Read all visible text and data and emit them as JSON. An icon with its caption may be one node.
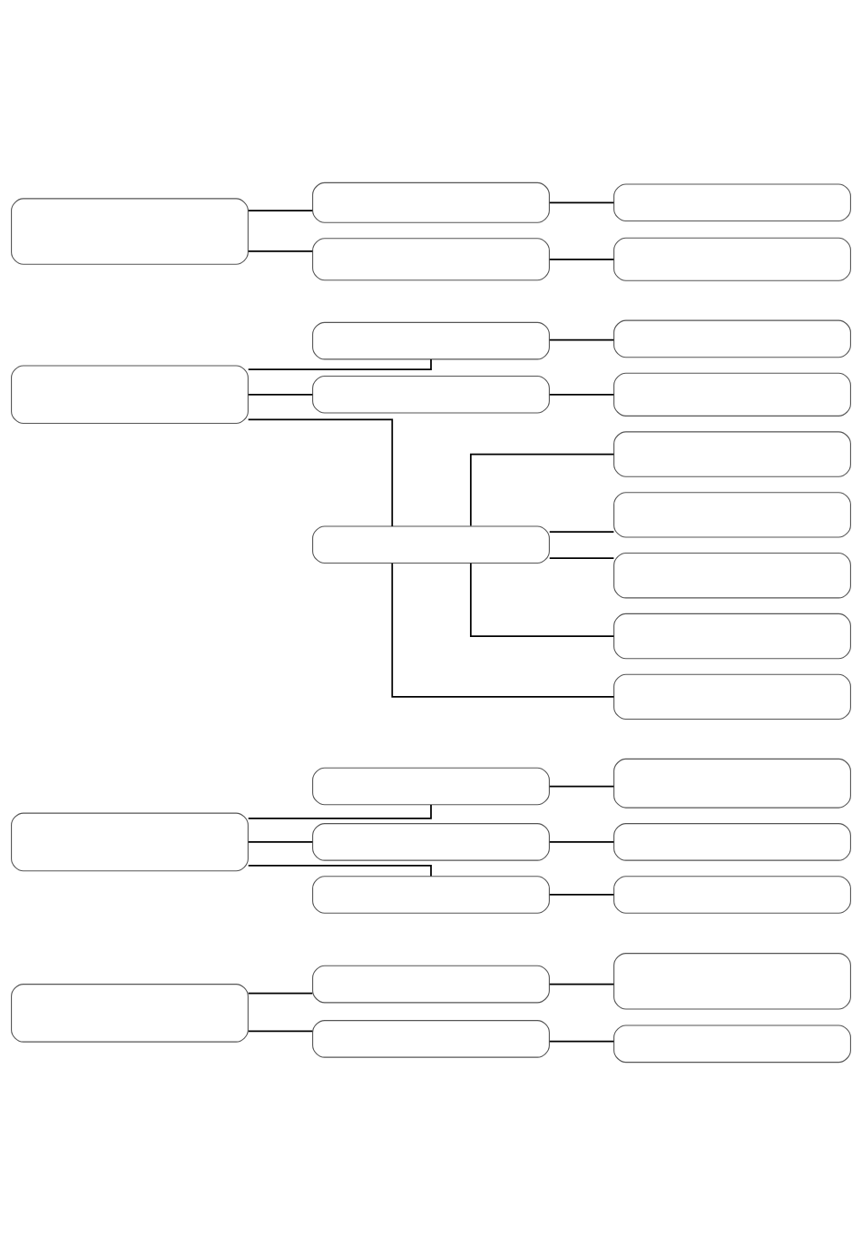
{
  "diagram": {
    "nodes": [
      {
        "text": [],
        "shape": "box"
      },
      {
        "text": [],
        "shape": "box"
      },
      {
        "text": [],
        "shape": "box"
      },
      {
        "text": [],
        "shape": "box"
      },
      {
        "text": [],
        "shape": "box"
      },
      {
        "text": [],
        "shape": "box"
      },
      {
        "text": [],
        "shape": "box"
      },
      {
        "text": [],
        "shape": "box"
      },
      {
        "text": [],
        "shape": "box"
      },
      {
        "text": [],
        "shape": "box"
      },
      {
        "text": [],
        "shape": "box"
      },
      {
        "text": [],
        "shape": "box"
      },
      {
        "text": [],
        "shape": "box"
      },
      {
        "text": [],
        "shape": "box"
      },
      {
        "text": [],
        "shape": "box"
      },
      {
        "text": [],
        "shape": "box"
      },
      {
        "text": [],
        "shape": "box"
      },
      {
        "text": [],
        "shape": "box"
      },
      {
        "text": [],
        "shape": "box"
      },
      {
        "text": [],
        "shape": "box"
      },
      {
        "text": [],
        "shape": "box"
      },
      {
        "text": [],
        "shape": "box"
      },
      {
        "text": [],
        "shape": "box"
      },
      {
        "text": [],
        "shape": "box"
      },
      {
        "text": [],
        "shape": "box"
      },
      {
        "text": [],
        "shape": "box"
      },
      {
        "text": [],
        "shape": "box"
      },
      {
        "text": [],
        "shape": "box"
      }
    ],
    "edges": [
      {
        "from": 0,
        "to": 1,
        "arrow": "none"
      },
      {
        "from": 1,
        "to": 2,
        "arrow": "none"
      },
      {
        "from": 0,
        "to": 3,
        "arrow": "none"
      },
      {
        "from": 3,
        "to": 4,
        "arrow": "none"
      },
      {
        "from": 5,
        "to": 6,
        "arrow": "none"
      },
      {
        "from": 6,
        "to": 7,
        "arrow": "none"
      },
      {
        "from": 5,
        "to": 8,
        "arrow": "none"
      },
      {
        "from": 8,
        "to": 9,
        "arrow": "none"
      },
      {
        "from": 5,
        "to": 10,
        "arrow": "none"
      },
      {
        "from": 10,
        "to": 11,
        "arrow": "none"
      },
      {
        "from": 12,
        "to": 13,
        "arrow": "none"
      },
      {
        "from": 13,
        "to": 14,
        "arrow": "none"
      },
      {
        "from": 12,
        "to": 15,
        "arrow": "none"
      },
      {
        "from": 15,
        "to": 16,
        "arrow": "none"
      },
      {
        "from": 12,
        "to": 17,
        "arrow": "none"
      },
      {
        "from": 17,
        "to": 18,
        "arrow": "none"
      },
      {
        "from": 17,
        "to": 19,
        "arrow": "none"
      },
      {
        "from": 17,
        "to": 20,
        "arrow": "none"
      },
      {
        "from": 17,
        "to": 21,
        "arrow": "none"
      },
      {
        "from": 17,
        "to": 22,
        "arrow": "none"
      },
      {
        "from": 23,
        "to": 24,
        "arrow": "none"
      },
      {
        "from": 24,
        "to": 25,
        "arrow": "none"
      },
      {
        "from": 23,
        "to": 26,
        "arrow": "none"
      },
      {
        "from": 26,
        "to": 27,
        "arrow": "none"
      }
    ]
  }
}
